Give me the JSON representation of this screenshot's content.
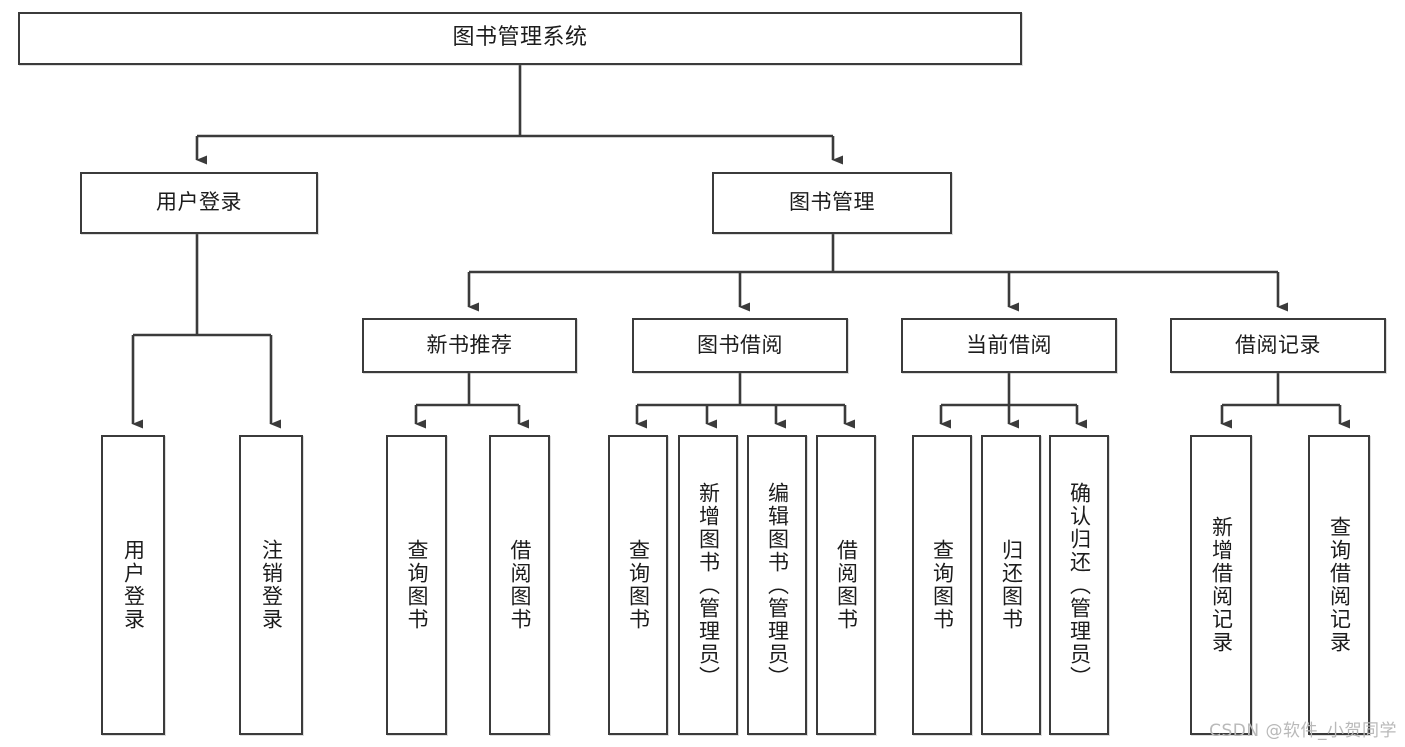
{
  "diagram": {
    "title": "图书管理系统",
    "watermark": "CSDN @软件_小贺同学",
    "stroke_color": "#3b3b3b",
    "fill_color": "#ffffff",
    "text_color": "#1c1c1c",
    "watermark_color": "#b9b9b9"
  },
  "nodes": {
    "root": {
      "label": "图书管理系统"
    },
    "level2": [
      {
        "label": "用户登录"
      },
      {
        "label": "图书管理"
      }
    ],
    "level3": [
      {
        "label": "新书推荐"
      },
      {
        "label": "图书借阅"
      },
      {
        "label": "当前借阅"
      },
      {
        "label": "借阅记录"
      }
    ],
    "leaves": {
      "user_login": [
        {
          "label": "用户登录"
        },
        {
          "label": "注销登录"
        }
      ],
      "new_book_recommend": [
        {
          "label": "查询图书"
        },
        {
          "label": "借阅图书"
        }
      ],
      "book_borrow": [
        {
          "label": "查询图书"
        },
        {
          "label": "新增图书（管理员）"
        },
        {
          "label": "编辑图书（管理员）"
        },
        {
          "label": "借阅图书"
        }
      ],
      "current_borrow": [
        {
          "label": "查询图书"
        },
        {
          "label": "归还图书"
        },
        {
          "label": "确认归还（管理员）"
        }
      ],
      "borrow_record": [
        {
          "label": "新增借阅记录"
        },
        {
          "label": "查询借阅记录"
        }
      ]
    }
  }
}
